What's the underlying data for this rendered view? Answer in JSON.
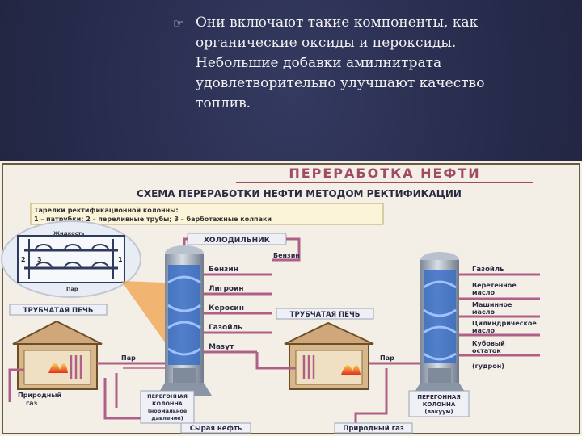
{
  "slide": {
    "bullet_icon": "hand-pointer-icon",
    "paragraph": [
      "Они включают такие компоненты, как",
      "органические оксиды и пероксиды.",
      "Небольшие добавки амилнитрата",
      "удовлетворительно улучшают качество",
      "топлив."
    ]
  },
  "figure": {
    "title": "ПЕРЕРАБОТКА  НЕФТИ",
    "subtitle": "СХЕМА ПЕРЕРАБОТКИ НЕФТИ МЕТОДОМ РЕКТИФИКАЦИИ",
    "legend_line1": "Тарелки ректификационной колонны:",
    "legend_line2": "1 – патрубки;  2 – переливные трубы;  3 – барботажные колпаки",
    "inset": {
      "liquid": "Жидкость",
      "steam": "Пар",
      "n1": "1",
      "n2": "2",
      "n3": "3"
    },
    "cooler": "ХОЛОДИЛЬНИК",
    "left_products": [
      "Бензин",
      "Лигроин",
      "Керосин",
      "Газойль",
      "Мазут"
    ],
    "left_top_out": "Бензин",
    "furnace_label": "ТРУБЧАТАЯ ПЕЧЬ",
    "steam": "Пар",
    "natural_gas_left": [
      "Природный",
      "газ"
    ],
    "left_column_caption": [
      "ПЕРЕГОННАЯ",
      "КОЛОННА",
      "(нормальное",
      "давление)"
    ],
    "crude_oil": "Сырая нефть",
    "right_products": [
      [
        "Газойль"
      ],
      [
        "Веретенное",
        "масло"
      ],
      [
        "Машинное",
        "масло"
      ],
      [
        "Цилиндрическое",
        "масло"
      ],
      [
        "Кубовый",
        "остаток"
      ],
      [
        "(гудрон)"
      ]
    ],
    "right_column_caption": [
      "ПЕРЕГОННАЯ",
      "КОЛОННА",
      "(вакуум)"
    ],
    "natural_gas_bottom": "Природный газ",
    "colors": {
      "pipe": "#b06088",
      "title": "#a04a66",
      "column": "#9aa7b6",
      "fill": "#3a6fc4",
      "flame": "#f08a1e"
    }
  }
}
